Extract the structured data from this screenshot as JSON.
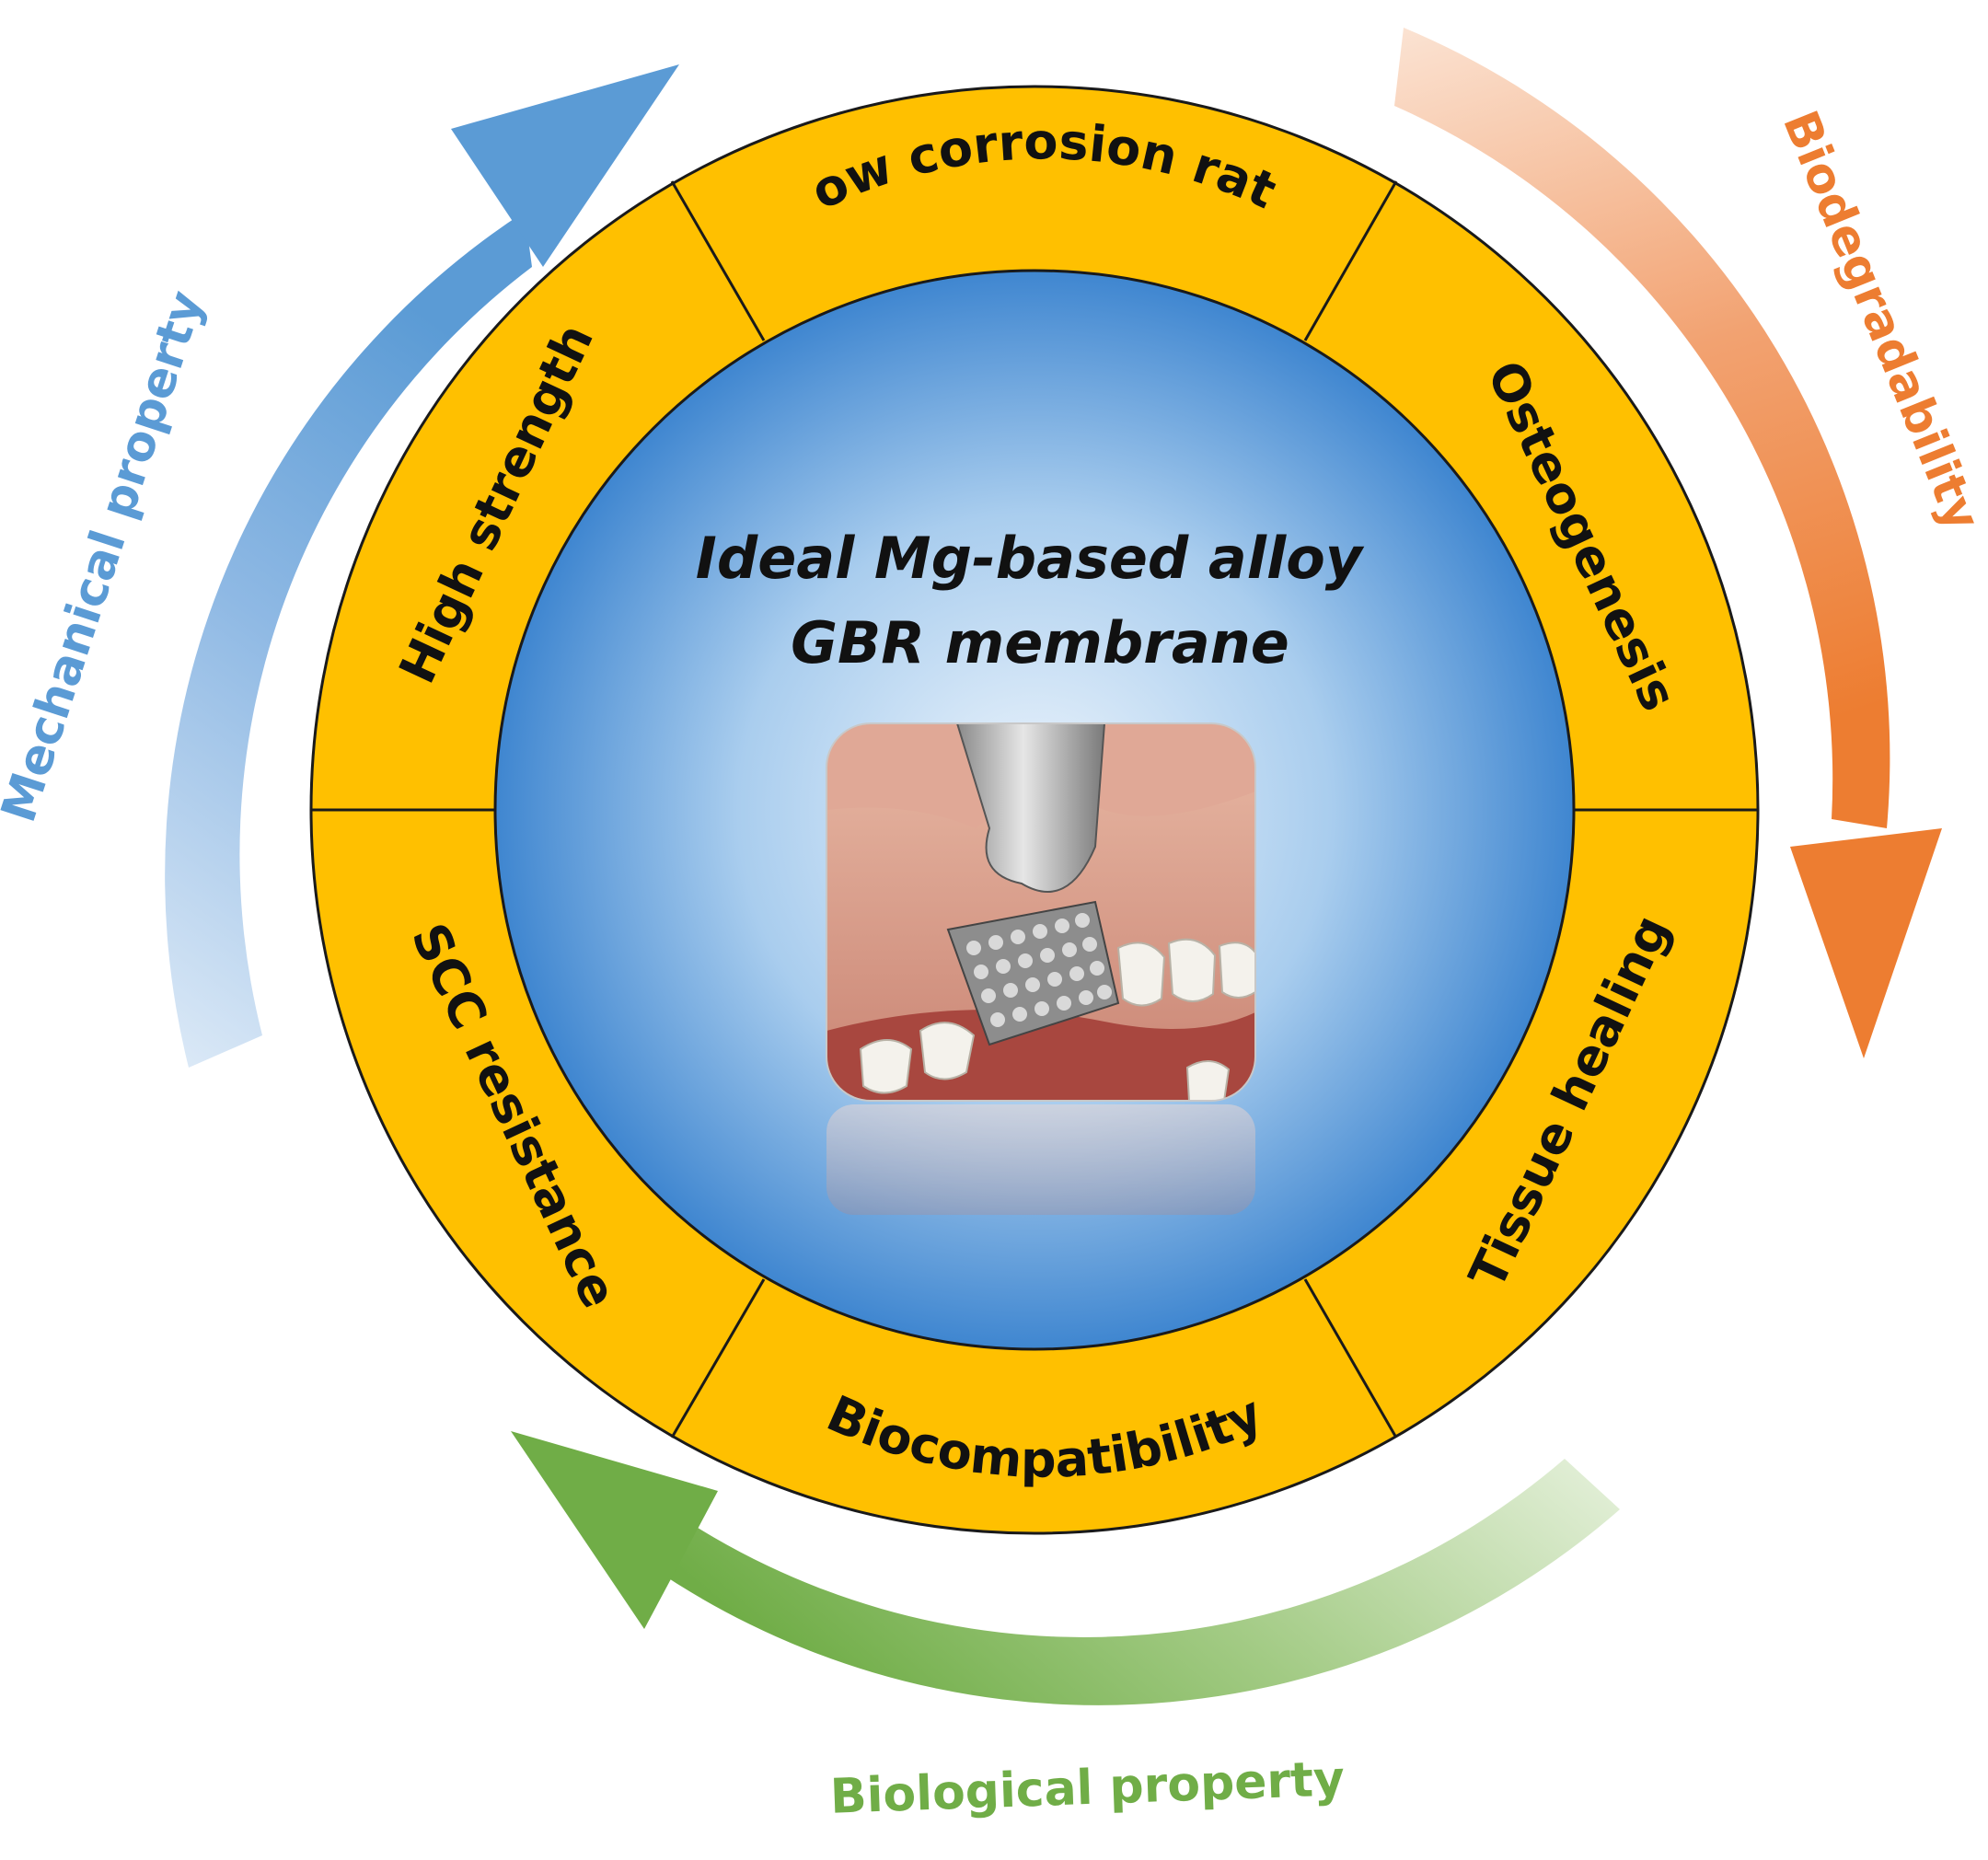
{
  "center": {
    "title_line1": "Ideal Mg-based alloy",
    "title_line2": "GBR membrane",
    "illustration": "dental-gbr-mesh-illustration"
  },
  "segments": [
    {
      "id": "low-corrosion-rate",
      "label": "Low corrosion rate"
    },
    {
      "id": "osteogenesis",
      "label": "Osteogenesis"
    },
    {
      "id": "tissue-healing",
      "label": "Tissue healing"
    },
    {
      "id": "biocompatibility",
      "label": "Biocompatibility"
    },
    {
      "id": "scc-resistance",
      "label": "SCC resistance"
    },
    {
      "id": "high-strength",
      "label": "High strength"
    }
  ],
  "arrows": [
    {
      "id": "mechanical",
      "label": "Mechanical property",
      "color": "#5b9bd5"
    },
    {
      "id": "biodegradability",
      "label": "Biodegradability",
      "color": "#ed7d31"
    },
    {
      "id": "biological",
      "label": "Biological property",
      "color": "#70ad47"
    }
  ],
  "colors": {
    "ring": "#ffc000",
    "ring_stroke": "#1a1a1a",
    "disc_center": "#e8f2fb",
    "disc_edge": "#4a8fd4"
  }
}
